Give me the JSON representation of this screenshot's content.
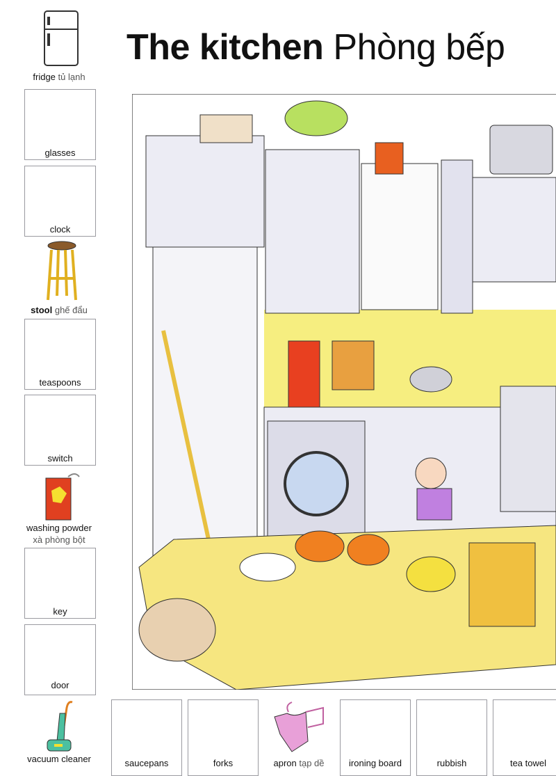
{
  "title": {
    "en": "The kitchen",
    "vi": "Phòng bếp"
  },
  "left_items": [
    {
      "en": "fridge",
      "vi": "tủ lạnh",
      "icon": "fridge-icon"
    },
    {
      "en": "glasses",
      "vi": ""
    },
    {
      "en": "clock",
      "vi": ""
    },
    {
      "en": "stool",
      "vi": "ghế đẩu",
      "icon": "stool-icon"
    },
    {
      "en": "teaspoons",
      "vi": ""
    },
    {
      "en": "switch",
      "vi": ""
    },
    {
      "en": "washing powder",
      "vi": "xà phòng bột",
      "icon": "washing-powder-icon"
    },
    {
      "en": "key",
      "vi": ""
    },
    {
      "en": "door",
      "vi": ""
    },
    {
      "en": "vacuum cleaner",
      "vi": "",
      "icon": "vacuum-cleaner-icon"
    }
  ],
  "bottom_items": [
    {
      "en": "saucepans",
      "vi": ""
    },
    {
      "en": "forks",
      "vi": ""
    },
    {
      "en": "apron",
      "vi": "tạp dề",
      "icon": "apron-icon"
    },
    {
      "en": "ironing board",
      "vi": ""
    },
    {
      "en": "rubbish",
      "vi": ""
    },
    {
      "en": "tea towel",
      "vi": ""
    }
  ]
}
